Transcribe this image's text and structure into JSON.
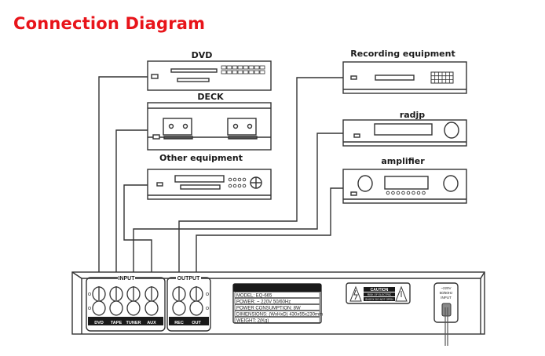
{
  "title": "Connection Diagram",
  "devices": {
    "dvd": {
      "label": "DVD"
    },
    "deck": {
      "label": "DECK"
    },
    "other": {
      "label": "Other equipment"
    },
    "recording": {
      "label": "Recording equipment"
    },
    "radio": {
      "label": "radjp"
    },
    "amplifier": {
      "label": "amplifier"
    }
  },
  "panel": {
    "input_label": "INPUT",
    "output_label": "OUTPUT",
    "jacks": [
      "DVD",
      "TAPE",
      "TUNER",
      "AUX",
      "REC",
      "OUT"
    ],
    "spec_lines": [
      "MODEL: EQ-665",
      "POWER: ~ 220V  50/60Hz",
      "POWER CONSUMPTION: 8W",
      "DIMENSIONS: (WxHxD) 430x55x230mm",
      "WEIGHT: 2(Kg)"
    ],
    "caution": {
      "title": "CAUTION",
      "line1": "RISK OF ELECTRIC",
      "line2": "SHOCK DO NOT OPEN"
    },
    "power_input": [
      "~220V",
      "50/60Hz",
      "INPUT"
    ]
  },
  "connections": [
    {
      "from": "DVD",
      "to": "DVD"
    },
    {
      "from": "DECK",
      "to": "TAPE"
    },
    {
      "from": "Other equipment",
      "to": "AUX"
    },
    {
      "from": "Recording equipment",
      "to": "REC"
    },
    {
      "from": "radjp",
      "to": "TUNER"
    },
    {
      "from": "amplifier",
      "to": "OUT"
    }
  ]
}
